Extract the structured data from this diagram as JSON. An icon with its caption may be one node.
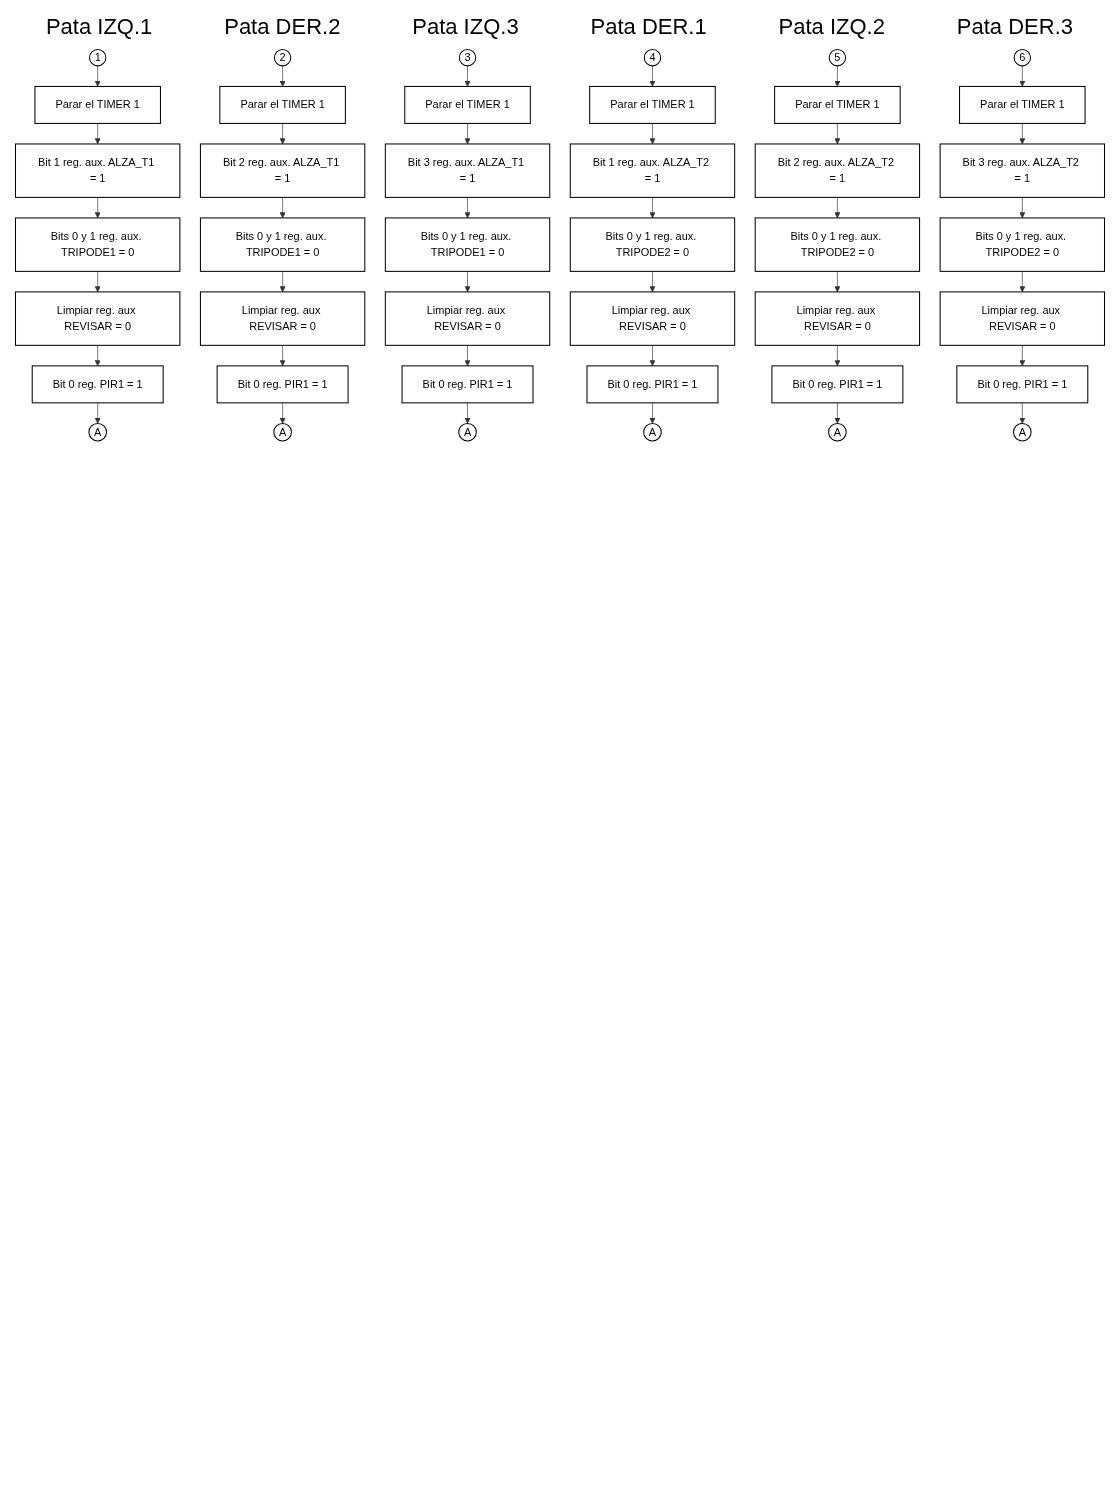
{
  "diagram": {
    "nodes": [
      {
        "text": [
          "1"
        ]
      },
      {
        "text": [
          "Parar el TIMER 1"
        ]
      },
      {
        "text": [
          "Bit 1 reg. aux. ALZA_T1 = 1"
        ]
      },
      {
        "text": [
          "Bits 0 y 1 reg. aux. TRIPODE1 = 0"
        ]
      },
      {
        "text": [
          "Limpiar reg. aux REVISAR = 0"
        ]
      },
      {
        "text": [
          "Bit 0 reg. PIR1 = 1"
        ]
      },
      {
        "text": [
          "A"
        ]
      },
      {
        "text": [
          "2"
        ]
      },
      {
        "text": [
          "Parar el TIMER 1"
        ]
      },
      {
        "text": [
          "Bit 2 reg. aux. ALZA_T1 = 1"
        ]
      },
      {
        "text": [
          "Bits 0 y 1 reg. aux. TRIPODE1 = 0"
        ]
      },
      {
        "text": [
          "Limpiar reg. aux REVISAR = 0"
        ]
      },
      {
        "text": [
          "Bit 0 reg. PIR1 = 1"
        ]
      },
      {
        "text": [
          "A"
        ]
      },
      {
        "text": [
          "3"
        ]
      },
      {
        "text": [
          "Parar el TIMER 1"
        ]
      },
      {
        "text": [
          "Bit 3 reg. aux. ALZA_T1 = 1"
        ]
      },
      {
        "text": [
          "Bits 0 y 1 reg. aux. TRIPODE1 = 0"
        ]
      },
      {
        "text": [
          "Limpiar reg. aux REVISAR = 0"
        ]
      },
      {
        "text": [
          "Bit 0 reg. PIR1 = 1"
        ]
      },
      {
        "text": [
          "A"
        ]
      },
      {
        "text": [
          "4"
        ]
      },
      {
        "text": [
          "Parar el TIMER 1"
        ]
      },
      {
        "text": [
          "Bit 1 reg. aux. ALZA_T2 = 1"
        ]
      },
      {
        "text": [
          "Bits 0 y 1 reg. aux. TRIPODE2 = 0"
        ]
      },
      {
        "text": [
          "Limpiar reg. aux REVISAR = 0"
        ]
      },
      {
        "text": [
          "Bit 0 reg. PIR1 = 1"
        ]
      },
      {
        "text": [
          "A"
        ]
      },
      {
        "text": [
          "5"
        ]
      },
      {
        "text": [
          "Parar el TIMER 1"
        ]
      },
      {
        "text": [
          "Bit 2 reg. aux. ALZA_T2 = 1"
        ]
      },
      {
        "text": [
          "Bits 0 y 1 reg. aux. TRIPODE2 = 0"
        ]
      },
      {
        "text": [
          "Limpiar reg. aux REVISAR = 0"
        ]
      },
      {
        "text": [
          "Bit 0 reg. PIR1 = 1"
        ]
      },
      {
        "text": [
          "A"
        ]
      },
      {
        "text": [
          "6"
        ]
      },
      {
        "text": [
          "Parar el TIMER 1"
        ]
      },
      {
        "text": [
          "Bit 3 reg. aux. ALZA_T2 = 1"
        ]
      },
      {
        "text": [
          "Bits 0 y 1 reg. aux. TRIPODE2 = 0"
        ]
      },
      {
        "text": [
          "Limpiar reg. aux REVISAR = 0"
        ]
      },
      {
        "text": [
          "Bit 0 reg. PIR1 = 1"
        ]
      },
      {
        "text": [
          "A"
        ]
      }
    ],
    "edges": [
      {
        "from": 0,
        "to": 1,
        "arrow": "to"
      },
      {
        "from": 1,
        "to": 2,
        "arrow": "to"
      },
      {
        "from": 2,
        "to": 3,
        "arrow": "to"
      },
      {
        "from": 3,
        "to": 4,
        "arrow": "to"
      },
      {
        "from": 4,
        "to": 5,
        "arrow": "to"
      },
      {
        "from": 5,
        "to": 6,
        "arrow": "to"
      },
      {
        "from": 7,
        "to": 8,
        "arrow": "to"
      },
      {
        "from": 8,
        "to": 9,
        "arrow": "to"
      },
      {
        "from": 9,
        "to": 10,
        "arrow": "to"
      },
      {
        "from": 10,
        "to": 11,
        "arrow": "to"
      },
      {
        "from": 11,
        "to": 12,
        "arrow": "to"
      },
      {
        "from": 12,
        "to": 13,
        "arrow": "to"
      },
      {
        "from": 14,
        "to": 15,
        "arrow": "to"
      },
      {
        "from": 15,
        "to": 16,
        "arrow": "to"
      },
      {
        "from": 16,
        "to": 17,
        "arrow": "to"
      },
      {
        "from": 17,
        "to": 18,
        "arrow": "to"
      },
      {
        "from": 18,
        "to": 19,
        "arrow": "to"
      },
      {
        "from": 19,
        "to": 20,
        "arrow": "to"
      },
      {
        "from": 21,
        "to": 22,
        "arrow": "to"
      },
      {
        "from": 22,
        "to": 23,
        "arrow": "to"
      },
      {
        "from": 23,
        "to": 24,
        "arrow": "to"
      },
      {
        "from": 24,
        "to": 25,
        "arrow": "to"
      },
      {
        "from": 25,
        "to": 26,
        "arrow": "to"
      },
      {
        "from": 26,
        "to": 27,
        "arrow": "to"
      },
      {
        "from": 28,
        "to": 29,
        "arrow": "to"
      },
      {
        "from": 29,
        "to": 30,
        "arrow": "to"
      },
      {
        "from": 30,
        "to": 31,
        "arrow": "to"
      },
      {
        "from": 31,
        "to": 32,
        "arrow": "to"
      },
      {
        "from": 32,
        "to": 33,
        "arrow": "to"
      },
      {
        "from": 33,
        "to": 34,
        "arrow": "to"
      },
      {
        "from": 35,
        "to": 36,
        "arrow": "to"
      },
      {
        "from": 36,
        "to": 37,
        "arrow": "to"
      },
      {
        "from": 37,
        "to": 38,
        "arrow": "to"
      },
      {
        "from": 38,
        "to": 39,
        "arrow": "to"
      },
      {
        "from": 39,
        "to": 40,
        "arrow": "to"
      },
      {
        "from": 40,
        "to": 41,
        "arrow": "to"
      }
    ],
    "labels": [
      "Pata IZQ.1",
      "Pata DER.2",
      "Pata IZQ.3",
      "Pata DER.1",
      "Pata IZQ.2",
      "Pata DER.3"
    ]
  }
}
